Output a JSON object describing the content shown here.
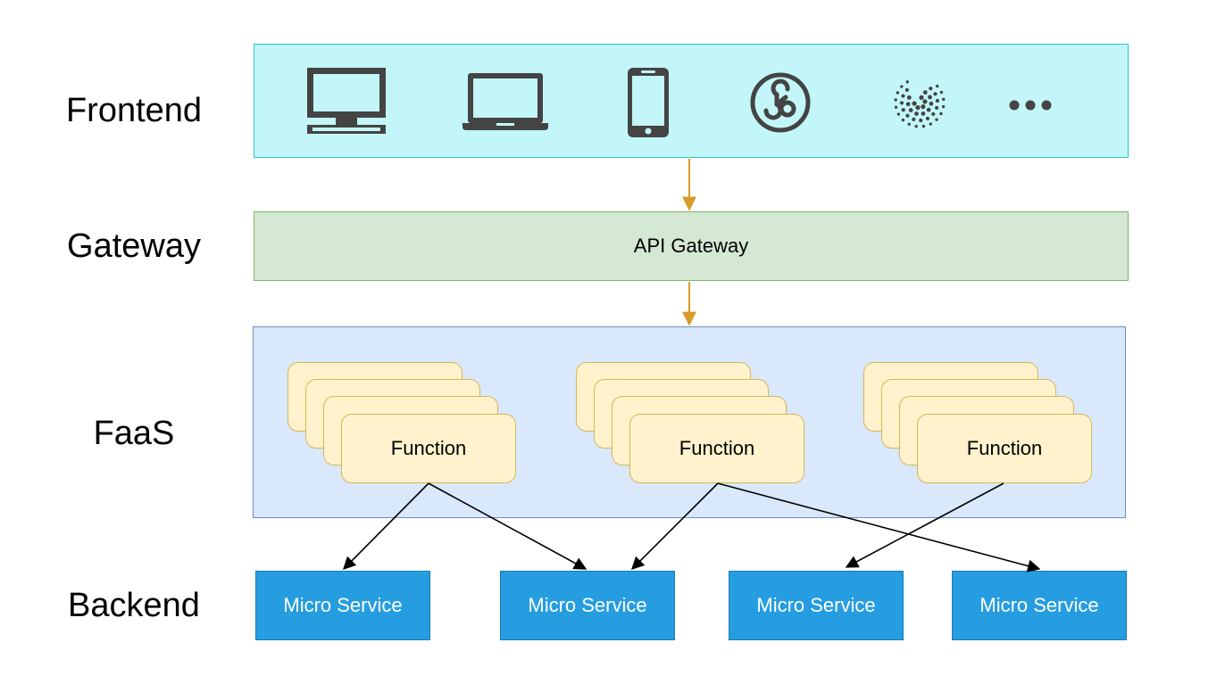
{
  "layers": {
    "frontend": "Frontend",
    "gateway": "Gateway",
    "faas": "FaaS",
    "backend": "Backend"
  },
  "frontend": {
    "icons": [
      "desktop-icon",
      "laptop-icon",
      "smartphone-icon",
      "mini-program-icon",
      "iota-icon",
      "ellipsis-icon"
    ]
  },
  "gateway": {
    "label": "API Gateway"
  },
  "functions": [
    {
      "label": "Function"
    },
    {
      "label": "Function"
    },
    {
      "label": "Function"
    }
  ],
  "services": [
    {
      "label": "Micro Service"
    },
    {
      "label": "Micro Service"
    },
    {
      "label": "Micro Service"
    },
    {
      "label": "Micro Service"
    }
  ],
  "connections": [
    {
      "from": "function-1",
      "to": "micro-service-1"
    },
    {
      "from": "function-1",
      "to": "micro-service-2"
    },
    {
      "from": "function-2",
      "to": "micro-service-2"
    },
    {
      "from": "function-2",
      "to": "micro-service-4"
    },
    {
      "from": "function-3",
      "to": "micro-service-3"
    }
  ],
  "colors": {
    "frontend_fill": "#c2f6f8",
    "gateway_fill": "#d5e8d4",
    "faas_fill": "#dae8fc",
    "function_fill": "#fff2cc",
    "service_fill": "#259de0",
    "flow_arrow": "#d79b28",
    "link_arrow": "#000000",
    "icon": "#444444"
  }
}
